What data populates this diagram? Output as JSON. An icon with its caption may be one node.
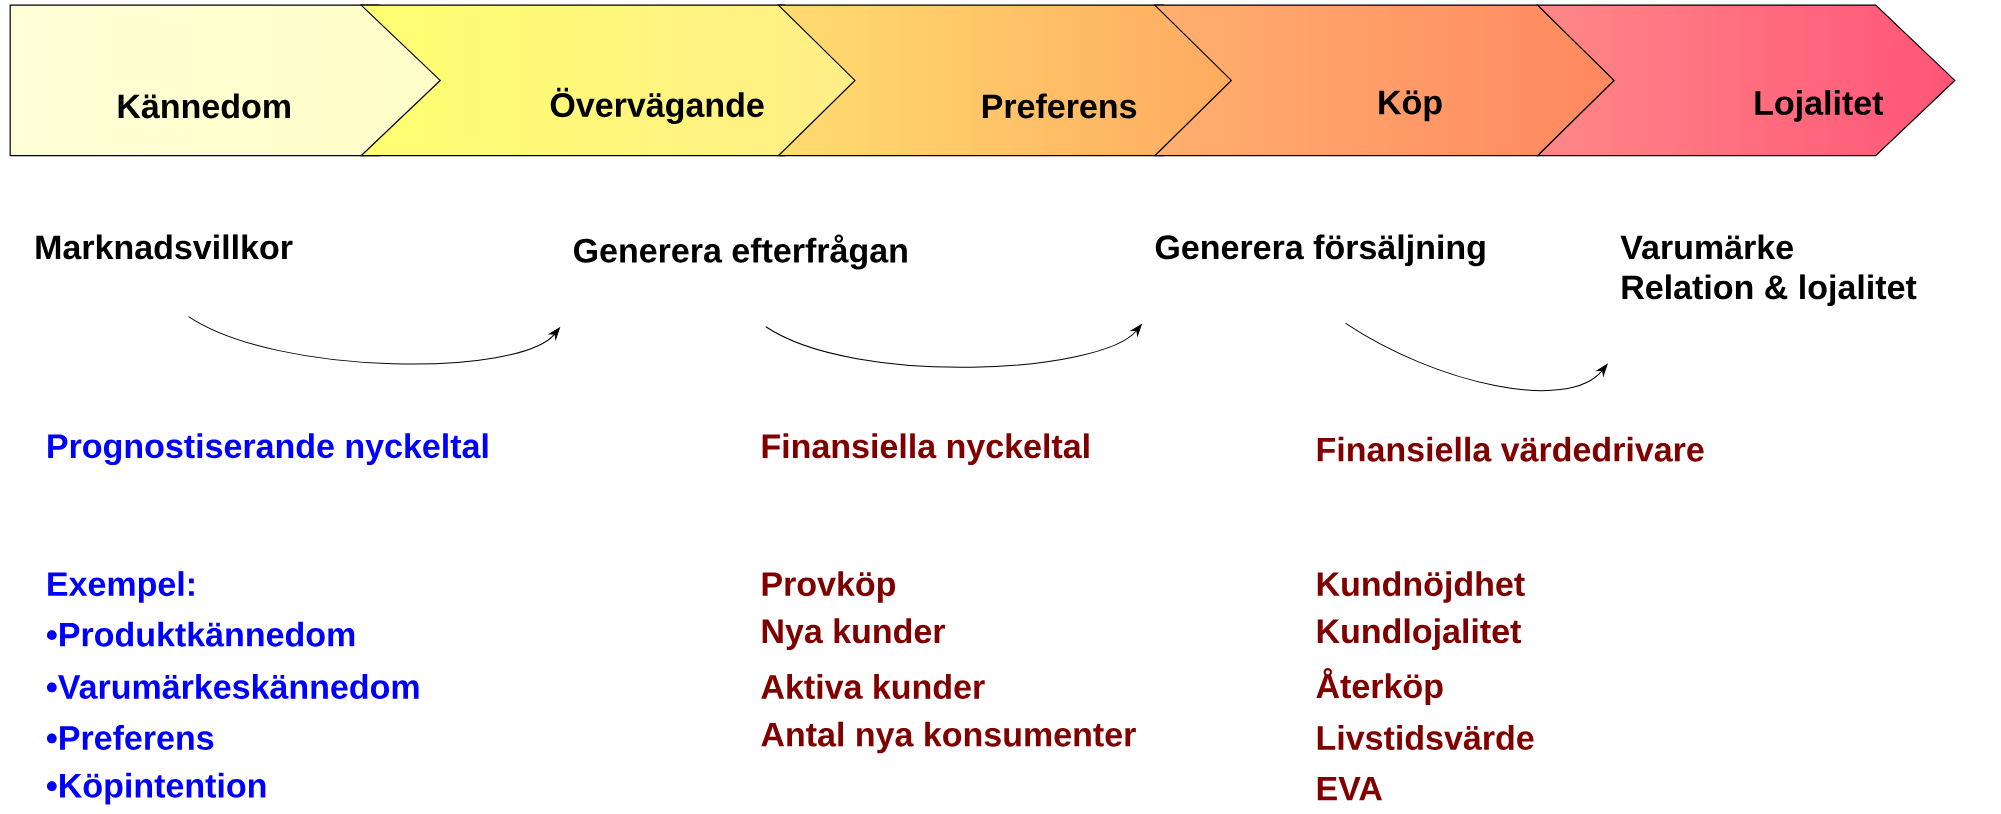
{
  "diagram": {
    "nodes": [
      {
        "text": [
          "Kännedom"
        ]
      },
      {
        "text": [
          "Övervägande"
        ]
      },
      {
        "text": [
          "Preferens"
        ]
      },
      {
        "text": [
          "Köp"
        ]
      },
      {
        "text": [
          "Lojalitet"
        ]
      },
      {
        "text": [
          "Marknadsvillkor"
        ]
      },
      {
        "text": [
          "Generera efterfrågan"
        ]
      },
      {
        "text": [
          "Generera försäljning"
        ]
      },
      {
        "text": [
          "Varumärke",
          "Relation & lojalitet"
        ]
      }
    ],
    "edges": [
      {
        "from": 5,
        "to": 6,
        "arrow": "to"
      },
      {
        "from": 6,
        "to": 7,
        "arrow": "to"
      },
      {
        "from": 7,
        "to": 8,
        "arrow": "to"
      }
    ],
    "labels": [
      "Prognostiserande nyckeltal",
      "Exempel:",
      "•Produktkännedom",
      "•Varumärkeskännedom",
      "•Preferens",
      "•Köpintention",
      "Finansiella nyckeltal",
      "Provköp",
      "Nya kunder",
      "Aktiva kunder",
      "Antal nya konsumenter",
      "Finansiella värdedrivare",
      "Kundnöjdhet",
      "Kundlojalitet",
      "Återköp",
      "Livstidsvärde",
      "EVA"
    ]
  }
}
